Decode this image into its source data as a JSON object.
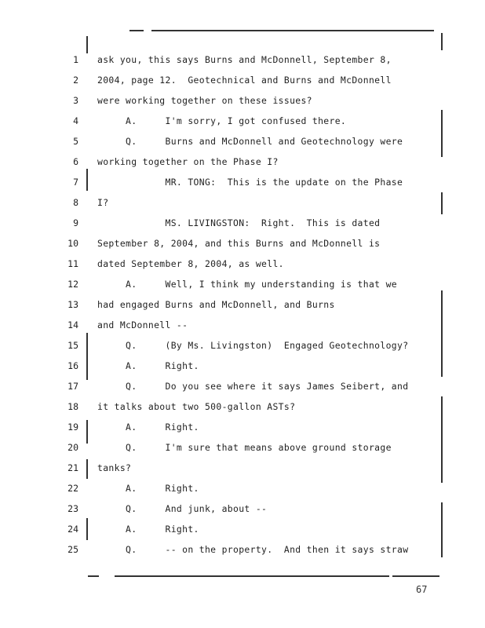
{
  "lines": [
    {
      "n": "1",
      "text": "ask you, this says Burns and McDonnell, September 8,"
    },
    {
      "n": "2",
      "text": "2004, page 12.  Geotechnical and Burns and McDonnell"
    },
    {
      "n": "3",
      "text": "were working together on these issues?"
    },
    {
      "n": "4",
      "text": "     A.     I'm sorry, I got confused there."
    },
    {
      "n": "5",
      "text": "     Q.     Burns and McDonnell and Geotechnology were"
    },
    {
      "n": "6",
      "text": "working together on the Phase I?"
    },
    {
      "n": "7",
      "text": "            MR. TONG:  This is the update on the Phase"
    },
    {
      "n": "8",
      "text": "I?"
    },
    {
      "n": "9",
      "text": "            MS. LIVINGSTON:  Right.  This is dated"
    },
    {
      "n": "10",
      "text": "September 8, 2004, and this Burns and McDonnell is"
    },
    {
      "n": "11",
      "text": "dated September 8, 2004, as well."
    },
    {
      "n": "12",
      "text": "     A.     Well, I think my understanding is that we"
    },
    {
      "n": "13",
      "text": "had engaged Burns and McDonnell, and Burns"
    },
    {
      "n": "14",
      "text": "and McDonnell --"
    },
    {
      "n": "15",
      "text": "     Q.     (By Ms. Livingston)  Engaged Geotechnology?"
    },
    {
      "n": "16",
      "text": "     A.     Right."
    },
    {
      "n": "17",
      "text": "     Q.     Do you see where it says James Seibert, and"
    },
    {
      "n": "18",
      "text": "it talks about two 500-gallon ASTs?"
    },
    {
      "n": "19",
      "text": "     A.     Right."
    },
    {
      "n": "20",
      "text": "     Q.     I'm sure that means above ground storage"
    },
    {
      "n": "21",
      "text": "tanks?"
    },
    {
      "n": "22",
      "text": "     A.     Right."
    },
    {
      "n": "23",
      "text": "     Q.     And junk, about --"
    },
    {
      "n": "24",
      "text": "     A.     Right."
    },
    {
      "n": "25",
      "text": "     Q.     -- on the property.  And then it says straw"
    }
  ],
  "page_number": "67"
}
